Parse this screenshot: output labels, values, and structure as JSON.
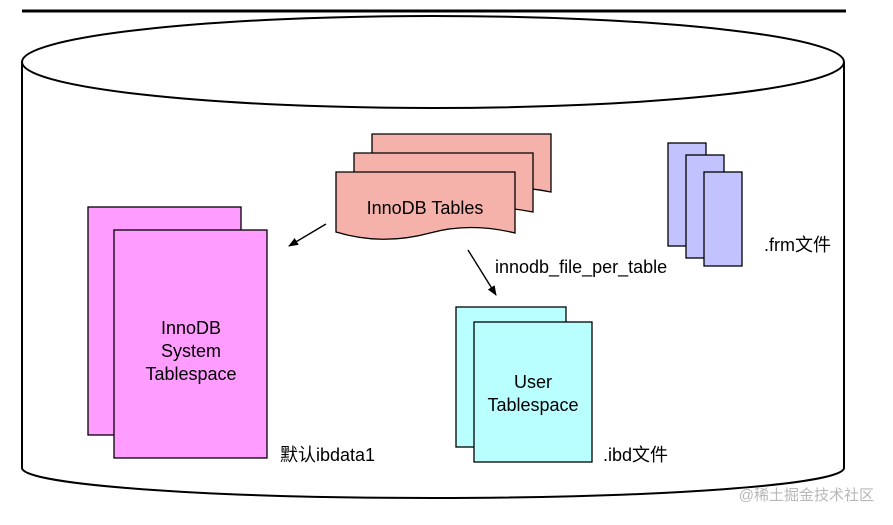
{
  "diagram": {
    "innodb_tables_label": "InnoDB Tables",
    "file_per_table_label": "innodb_file_per_table",
    "frm_label": ".frm文件",
    "system_tablespace_lines": [
      "InnoDB",
      "System",
      "Tablespace"
    ],
    "ibdata_label": "默认ibdata1",
    "user_tablespace_lines": [
      "User",
      "Tablespace"
    ],
    "ibd_label": ".ibd文件"
  },
  "watermark": "@稀土掘金技术社区",
  "colors": {
    "tables_fill": "#f5b2aa",
    "frm_fill": "#c2c2ff",
    "system_fill": "#ff9cff",
    "user_fill": "#b9ffff",
    "stroke": "#000000"
  }
}
